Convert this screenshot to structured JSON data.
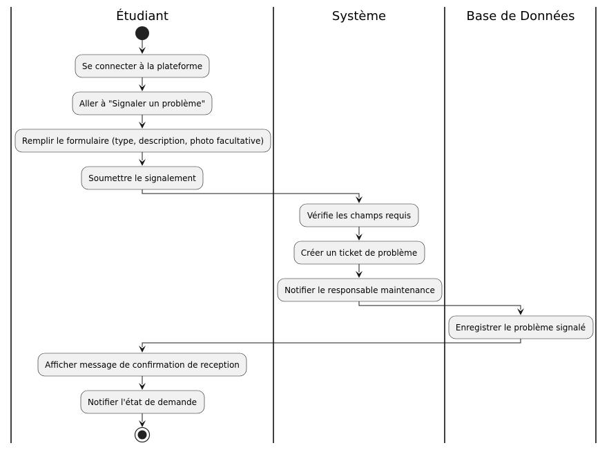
{
  "lanes": {
    "student": "Étudiant",
    "system": "Système",
    "database": "Base de Données"
  },
  "activities": {
    "connect": "Se connecter à la plateforme",
    "go_report": "Aller à \"Signaler un problème\"",
    "fill_form": "Remplir le formulaire (type, description, photo facultative)",
    "submit": "Soumettre le signalement",
    "verify": "Vérifie les champs requis",
    "create_ticket": "Créer un ticket de problème",
    "notify_maintenance": "Notifier le responsable maintenance",
    "record": "Enregistrer le problème signalé",
    "confirm": "Afficher message de confirmation de reception",
    "notify_status": "Notifier l'état de demande"
  }
}
